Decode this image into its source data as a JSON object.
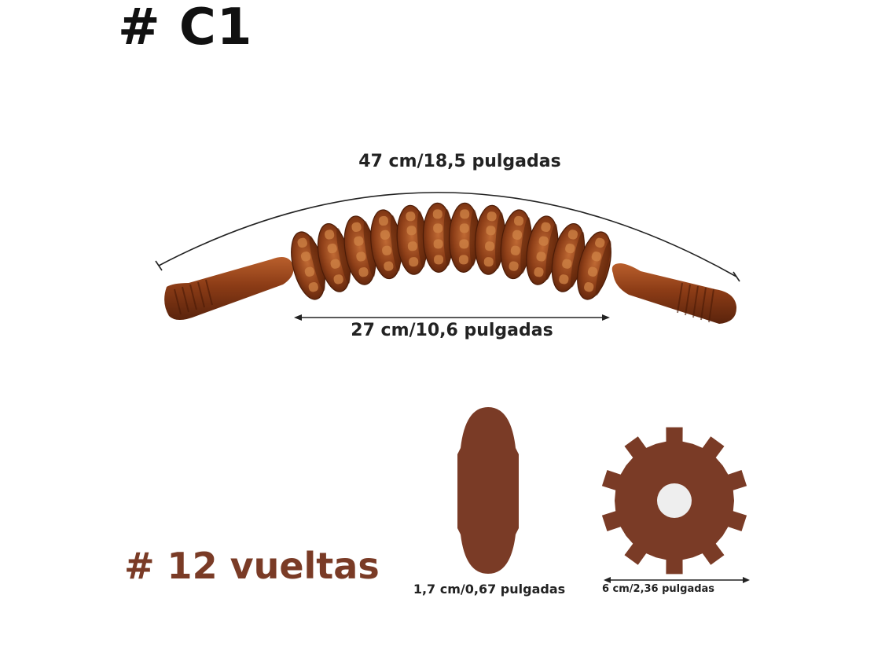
{
  "model_code": "# C1",
  "turns_label": "# 12 vueltas",
  "dimensions": {
    "total_length": "47 cm/18,5 pulgadas",
    "roller_section": "27 cm/10,6 pulgadas",
    "wheel_thickness": "1,7 cm/0,67 pulgadas",
    "wheel_diameter": "6 cm/2,36 pulgadas"
  },
  "colors": {
    "wood_dark": "#6a2c10",
    "wood_mid": "#9b4a1f",
    "wood_light": "#c9773f",
    "wheel_profile": "#7a3b26",
    "turns_text": "#7a3b26",
    "measure_line": "#222222"
  },
  "roller_count": 12
}
